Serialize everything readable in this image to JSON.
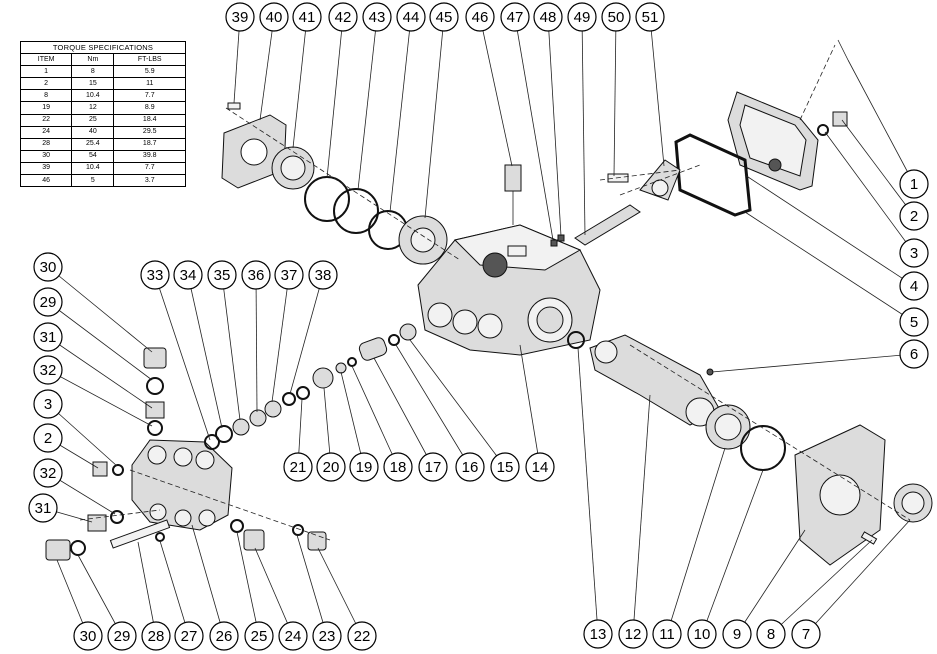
{
  "torque_table": {
    "title": "TORQUE SPECIFICATIONS",
    "headers": [
      "ITEM",
      "Nm",
      "FT-LBS"
    ],
    "rows": [
      [
        "1",
        "8",
        "5.9"
      ],
      [
        "2",
        "15",
        "11"
      ],
      [
        "8",
        "10.4",
        "7.7"
      ],
      [
        "19",
        "12",
        "8.9"
      ],
      [
        "22",
        "25",
        "18.4"
      ],
      [
        "24",
        "40",
        "29.5"
      ],
      [
        "28",
        "25.4",
        "18.7"
      ],
      [
        "30",
        "54",
        "39.8"
      ],
      [
        "39",
        "10.4",
        "7.7"
      ],
      [
        "46",
        "5",
        "3.7"
      ]
    ]
  },
  "callouts": {
    "c1": "1",
    "c2": "2",
    "c3": "3",
    "c4": "4",
    "c5": "5",
    "c6": "6",
    "c7": "7",
    "c8": "8",
    "c9": "9",
    "c10": "10",
    "c11": "11",
    "c12": "12",
    "c13": "13",
    "c14": "14",
    "c15": "15",
    "c16": "16",
    "c17": "17",
    "c18": "18",
    "c19": "19",
    "c20": "20",
    "c21": "21",
    "c22": "22",
    "c23": "23",
    "c24": "24",
    "c25": "25",
    "c26": "26",
    "c27": "27",
    "c28": "28",
    "c29": "29",
    "c30": "30",
    "c29b": "29",
    "c30b": "30",
    "c31": "31",
    "c31b": "31",
    "c32": "32",
    "c32b": "32",
    "c2b": "2",
    "c3b": "3",
    "c33": "33",
    "c34": "34",
    "c35": "35",
    "c36": "36",
    "c37": "37",
    "c38": "38",
    "c39": "39",
    "c40": "40",
    "c41": "41",
    "c42": "42",
    "c43": "43",
    "c44": "44",
    "c45": "45",
    "c46": "46",
    "c47": "47",
    "c48": "48",
    "c49": "49",
    "c50": "50",
    "c51": "51"
  }
}
